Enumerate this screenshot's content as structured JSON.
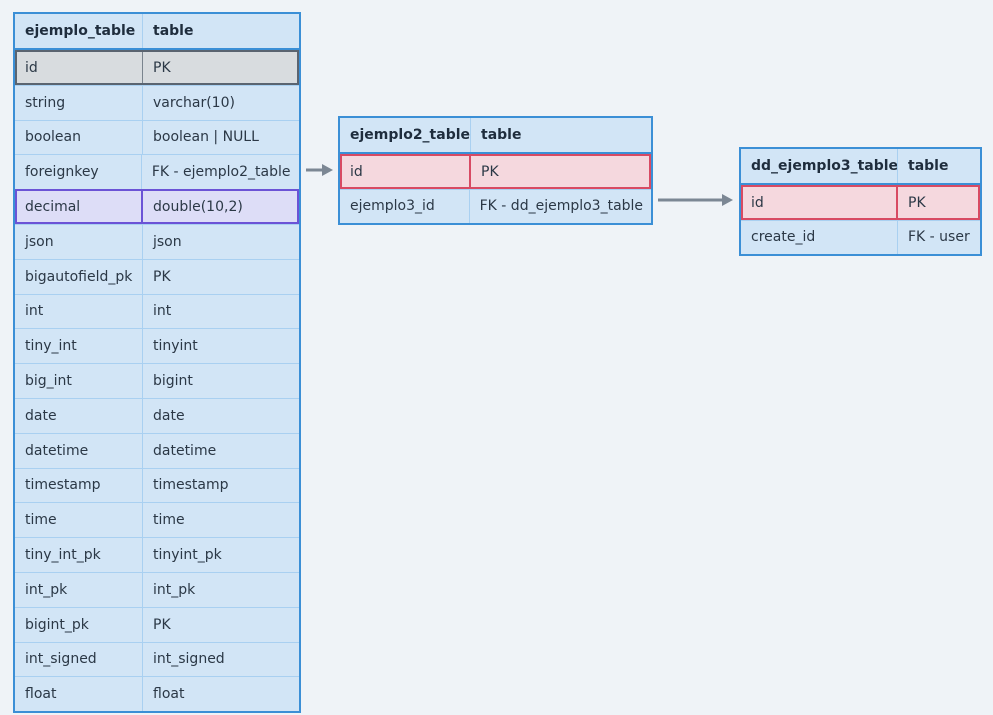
{
  "tables": [
    {
      "name": "ejemplo_table",
      "type_label": "table",
      "rows": [
        {
          "field": "id",
          "type": "PK",
          "style": "pk-gray"
        },
        {
          "field": "string",
          "type": "varchar(10)"
        },
        {
          "field": "boolean",
          "type": "boolean | NULL"
        },
        {
          "field": "foreignkey",
          "type": "FK - ejemplo2_table"
        },
        {
          "field": "decimal",
          "type": "double(10,2)",
          "style": "sel-purple"
        },
        {
          "field": "json",
          "type": "json"
        },
        {
          "field": "bigautofield_pk",
          "type": "PK"
        },
        {
          "field": "int",
          "type": "int"
        },
        {
          "field": "tiny_int",
          "type": "tinyint"
        },
        {
          "field": "big_int",
          "type": "bigint"
        },
        {
          "field": "date",
          "type": "date"
        },
        {
          "field": "datetime",
          "type": "datetime"
        },
        {
          "field": "timestamp",
          "type": "timestamp"
        },
        {
          "field": "time",
          "type": "time"
        },
        {
          "field": "tiny_int_pk",
          "type": "tinyint_pk"
        },
        {
          "field": "int_pk",
          "type": "int_pk"
        },
        {
          "field": "bigint_pk",
          "type": "PK"
        },
        {
          "field": "int_signed",
          "type": "int_signed"
        },
        {
          "field": "float",
          "type": "float"
        }
      ]
    },
    {
      "name": "ejemplo2_table",
      "type_label": "table",
      "rows": [
        {
          "field": "id",
          "type": "PK",
          "style": "pk-red"
        },
        {
          "field": "ejemplo3_id",
          "type": "FK - dd_ejemplo3_table"
        }
      ]
    },
    {
      "name": "dd_ejemplo3_table",
      "type_label": "table",
      "rows": [
        {
          "field": "id",
          "type": "PK",
          "style": "pk-red"
        },
        {
          "field": "create_id",
          "type": "FK - user"
        }
      ]
    }
  ],
  "colors": {
    "table_border": "#3b8fd6",
    "table_fill": "#d2e5f6",
    "pk_red": "#d84a63",
    "selected_purple": "#6b53d6",
    "pk_gray": "#5a6470",
    "arrow": "#7b8794"
  }
}
